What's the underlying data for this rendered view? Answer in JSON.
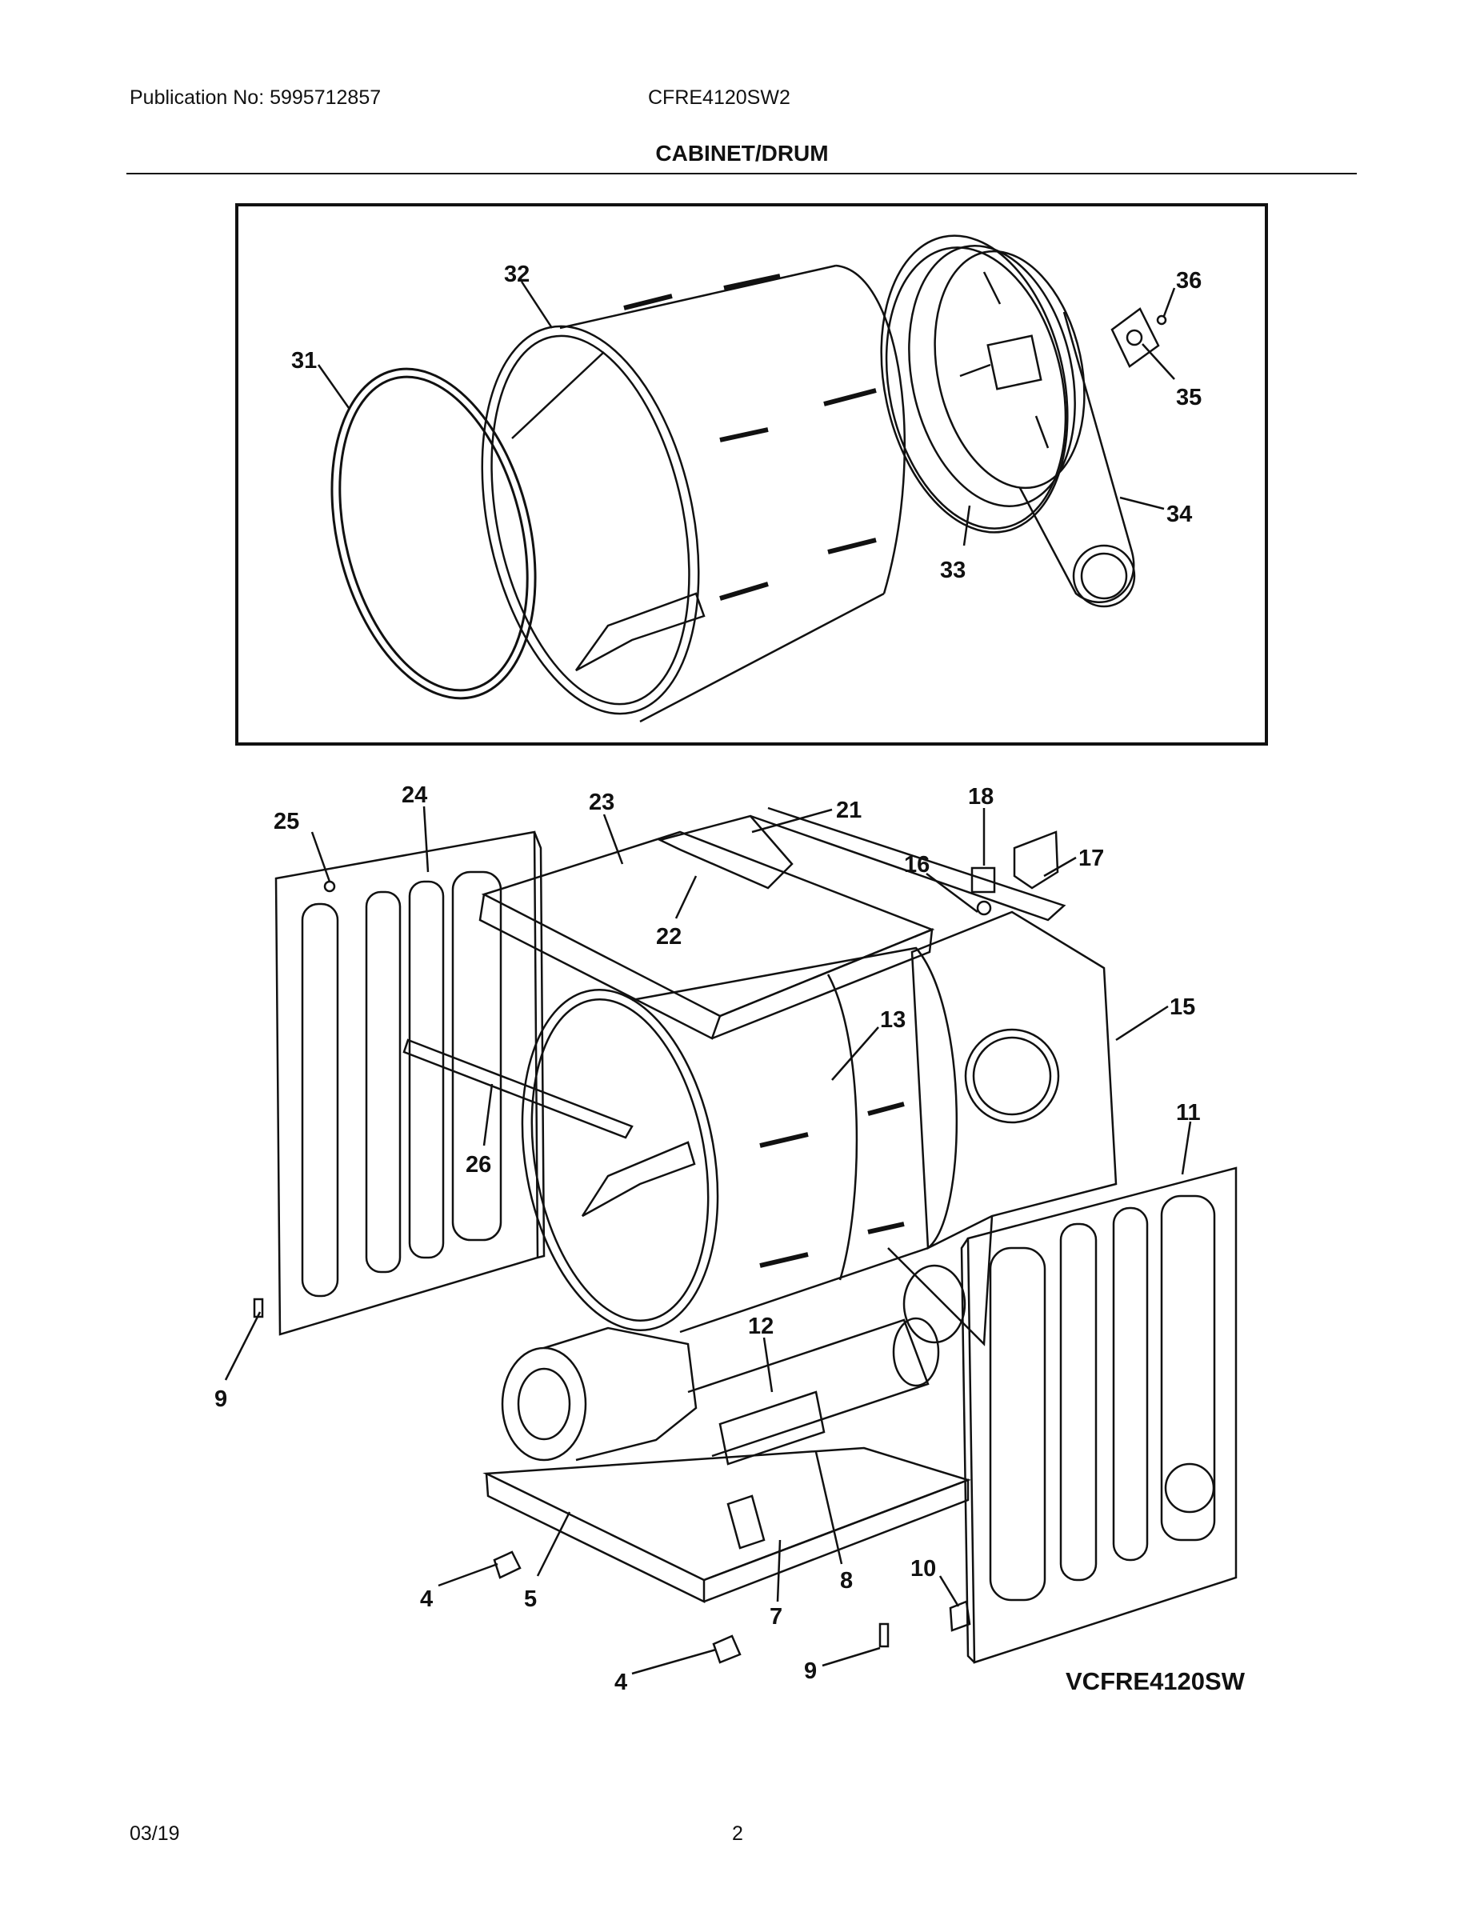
{
  "header": {
    "publication": "Publication No: 5995712857",
    "model": "CFRE4120SW2",
    "section_title": "CABINET/DRUM"
  },
  "diagram": {
    "drawing_code": "VCFRE4120SW",
    "callouts_top": [
      "31",
      "32",
      "33",
      "34",
      "35",
      "36"
    ],
    "callouts_bottom": [
      "25",
      "24",
      "23",
      "21",
      "18",
      "17",
      "16",
      "22",
      "15",
      "13",
      "11",
      "26",
      "12",
      "9",
      "4",
      "5",
      "7",
      "8",
      "10",
      "4",
      "9"
    ]
  },
  "footer": {
    "date": "03/19",
    "page": "2"
  }
}
